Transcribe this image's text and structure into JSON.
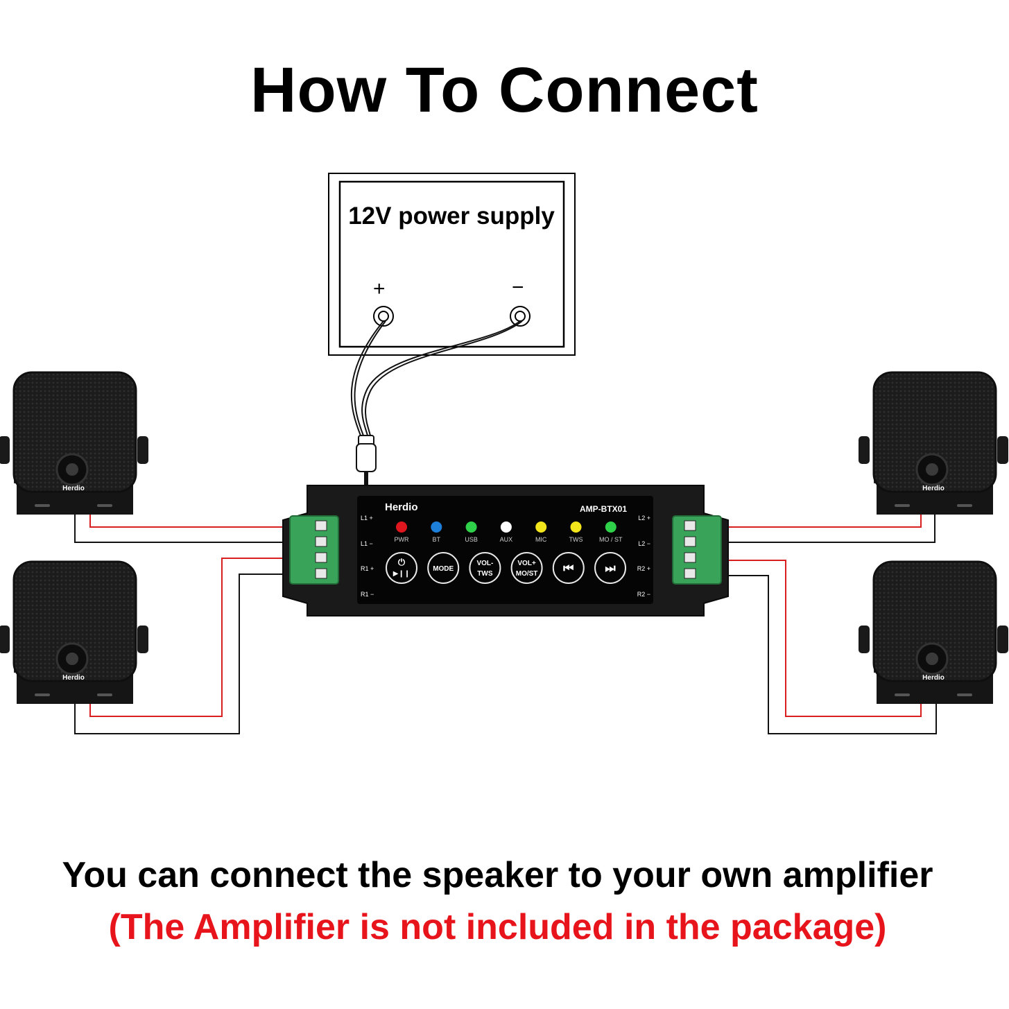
{
  "title": "How To Connect",
  "power_supply": {
    "label": "12V power supply",
    "plus": "+",
    "minus": "−"
  },
  "amplifier": {
    "brand": "Herdio",
    "model": "AMP-BTX01",
    "left_terminals": [
      "L1 +",
      "L1 −",
      "R1 +",
      "R1 −"
    ],
    "right_terminals": [
      "L2 +",
      "L2 −",
      "R2 +",
      "R2 −"
    ],
    "indicators": [
      {
        "label": "PWR",
        "color": "#e0161f"
      },
      {
        "label": "BT",
        "color": "#1e7fd8"
      },
      {
        "label": "USB",
        "color": "#2fd14a"
      },
      {
        "label": "AUX",
        "color": "#ffffff"
      },
      {
        "label": "MIC",
        "color": "#f2e51c"
      },
      {
        "label": "TWS",
        "color": "#f2e51c"
      },
      {
        "label": "MO / ST",
        "color": "#2fd14a"
      }
    ],
    "buttons": [
      {
        "name": "power-play-pause-button",
        "line1": "⏻",
        "line2": "▶❙❙"
      },
      {
        "name": "mode-button",
        "line1": "MODE",
        "line2": ""
      },
      {
        "name": "vol-down-tws-button",
        "line1": "VOL-",
        "line2": "TWS"
      },
      {
        "name": "vol-up-most-button",
        "line1": "VOL+",
        "line2": "MO/ST"
      },
      {
        "name": "previous-button",
        "line1": "⏮",
        "line2": ""
      },
      {
        "name": "next-button",
        "line1": "⏭",
        "line2": ""
      }
    ]
  },
  "speaker_brand": "Herdio",
  "colors": {
    "positive_wire": "#d81e1e",
    "negative_wire": "#111111",
    "terminal": "#3aa35a"
  },
  "caption_line1": "You can connect the speaker to your own amplifier",
  "caption_line2": "(The Amplifier is not included in the package)"
}
